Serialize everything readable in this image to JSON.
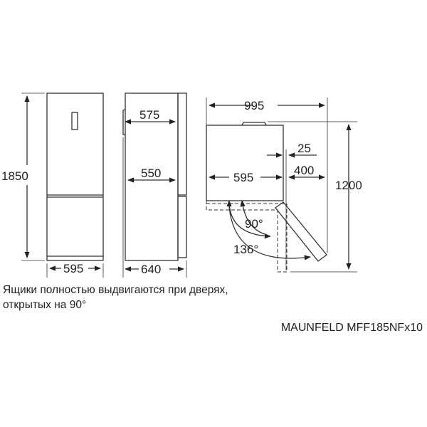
{
  "diagram": {
    "front_view": {
      "height_label": "1850",
      "width_label": "595"
    },
    "side_view": {
      "depth_top_label": "575",
      "depth_body_label": "550",
      "total_depth_label": "640"
    },
    "top_view": {
      "total_width_label": "995",
      "body_width_label": "595",
      "gap_label": "25",
      "door_clearance_label": "400",
      "total_depth_label": "1200",
      "angle_90_label": "90°",
      "angle_136_label": "136°"
    },
    "note_line1": "Ящики полностью выдвигаются при дверях,",
    "note_line2": "открытых на 90°",
    "model_name": "MAUNFELD MFF185NFx10",
    "line_color": "#333333"
  }
}
